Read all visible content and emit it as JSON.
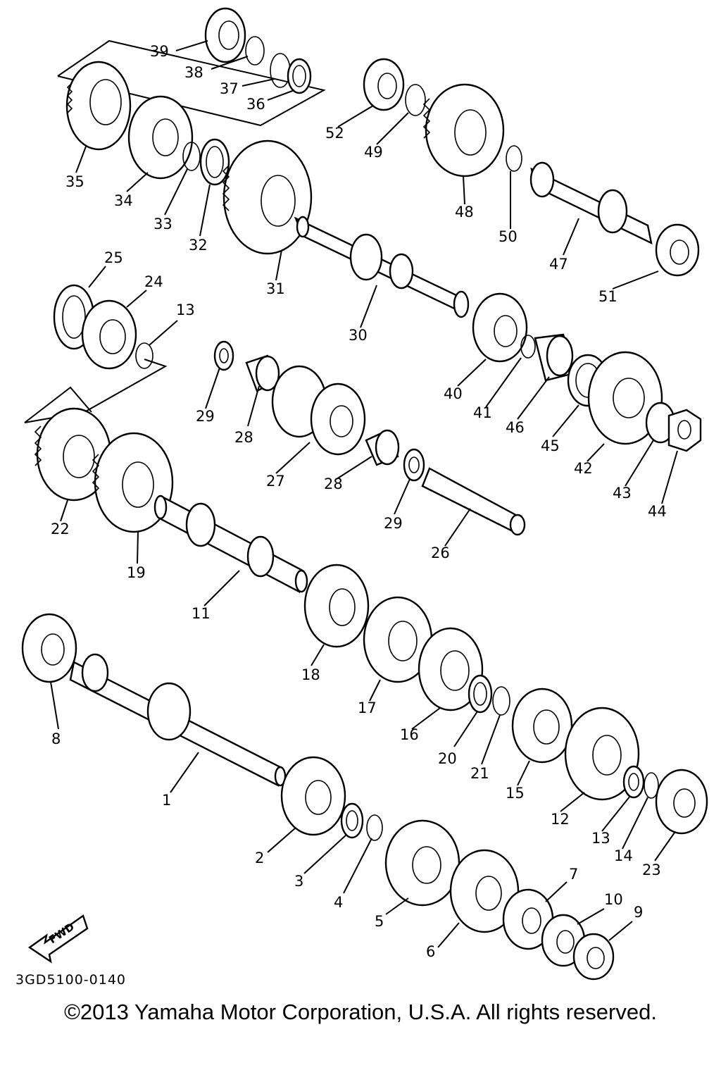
{
  "drawing_code": "3GD5100-0140",
  "copyright": "©2013 Yamaha Motor Corporation, U.S.A. All rights reserved.",
  "fwd_label": "FWD",
  "part_numbers": [
    "1",
    "2",
    "3",
    "4",
    "5",
    "6",
    "7",
    "8",
    "9",
    "10",
    "11",
    "12",
    "13",
    "13",
    "14",
    "15",
    "16",
    "17",
    "18",
    "19",
    "20",
    "21",
    "22",
    "23",
    "24",
    "25",
    "26",
    "27",
    "28",
    "28",
    "29",
    "29",
    "30",
    "31",
    "32",
    "33",
    "34",
    "35",
    "36",
    "37",
    "38",
    "39",
    "40",
    "41",
    "42",
    "43",
    "44",
    "45",
    "46",
    "47",
    "48",
    "49",
    "50",
    "51",
    "52"
  ]
}
